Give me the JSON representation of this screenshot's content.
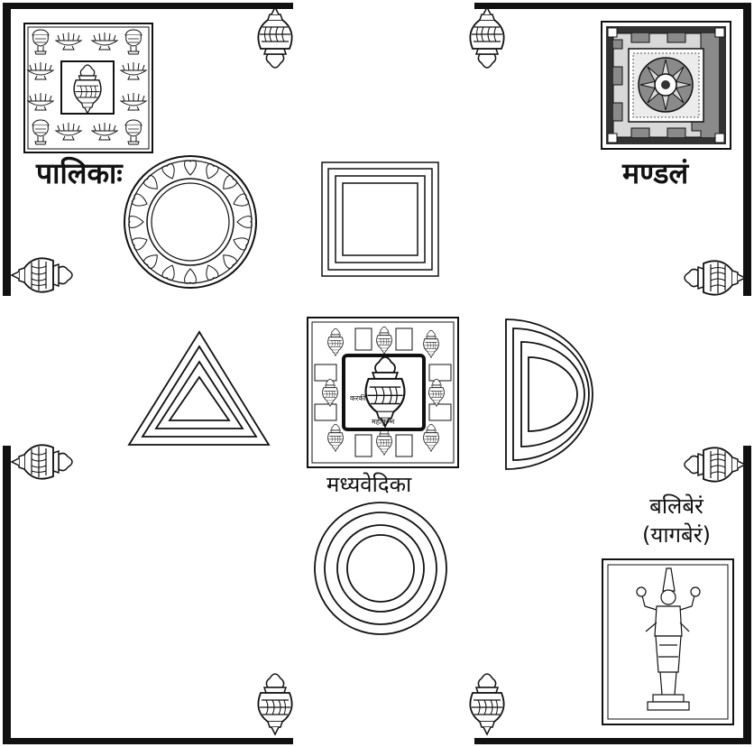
{
  "labels": {
    "palika": "पालिकाः",
    "mandala": "मण्डलं",
    "madhya_vedika": "मध्यवेदिका",
    "bali_beram": "बलिबेरं",
    "yaga_beram": "(यागबेरं)"
  },
  "center_panel": {
    "left_text": "करकी",
    "bottom_text": "महाकुम्भ"
  },
  "colors": {
    "line": "#111111",
    "background": "#ffffff",
    "mandala_dark": "#333333",
    "mandala_mid": "#8a8a8a",
    "mandala_light": "#d8d8d8"
  },
  "icons": {
    "corner_ornament": "kalasha-pot-icon",
    "palika_pots": "lamp-pot-icon",
    "palika_center": "kalasha-icon",
    "deity": "standing-deity-figure-icon"
  }
}
